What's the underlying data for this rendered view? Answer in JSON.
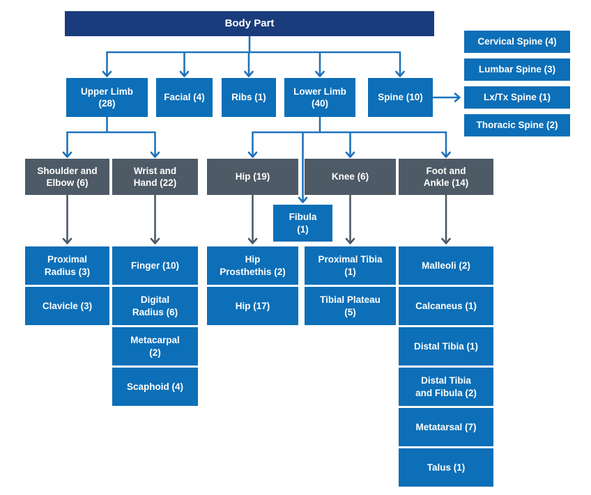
{
  "colors": {
    "root_navy": "#1a3c7d",
    "node_blue": "#0d6fb7",
    "node_slate": "#4e5a66",
    "connector_blue": "#1e73bb",
    "connector_slate": "#4e5a66",
    "text": "#ffffff",
    "background": "#ffffff"
  },
  "nodes": {
    "body_part": "Body Part",
    "upper_limb": "Upper Limb\n(28)",
    "facial": "Facial (4)",
    "ribs": "Ribs (1)",
    "lower_limb": "Lower Limb\n(40)",
    "spine": "Spine (10)",
    "cervical_spine": "Cervical Spine (4)",
    "lumbar_spine": "Lumbar Spine (3)",
    "lxtx_spine": "Lx/Tx Spine (1)",
    "thoracic_spine": "Thoracic Spine (2)",
    "shoulder_elbow": "Shoulder and\nElbow (6)",
    "wrist_hand": "Wrist and\nHand (22)",
    "hip_group": "Hip (19)",
    "knee": "Knee (6)",
    "foot_ankle": "Foot and\nAnkle (14)",
    "fibula": "Fibula\n(1)",
    "proximal_radius": "Proximal\nRadius (3)",
    "clavicle": "Clavicle (3)",
    "finger": "Finger (10)",
    "digital_radius": "Digital\nRadius (6)",
    "metacarpal": "Metacarpal\n(2)",
    "scaphoid": "Scaphoid (4)",
    "hip_prosthethis": "Hip\nProsthethis (2)",
    "hip": "Hip (17)",
    "proximal_tibia": "Proximal Tibia\n(1)",
    "tibial_plateau": "Tibial Plateau\n(5)",
    "malleoli": "Malleoli (2)",
    "calcaneus": "Calcaneus (1)",
    "distal_tibia": "Distal Tibia (1)",
    "distal_tibia_fibula": "Distal Tibia\nand Fibula (2)",
    "metatarsal": "Metatarsal (7)",
    "talus": "Talus (1)"
  },
  "edges": [
    [
      "body_part",
      "upper_limb"
    ],
    [
      "body_part",
      "facial"
    ],
    [
      "body_part",
      "ribs"
    ],
    [
      "body_part",
      "lower_limb"
    ],
    [
      "body_part",
      "spine"
    ],
    [
      "spine",
      "lxtx_spine"
    ],
    [
      "upper_limb",
      "shoulder_elbow"
    ],
    [
      "upper_limb",
      "wrist_hand"
    ],
    [
      "lower_limb",
      "hip_group"
    ],
    [
      "lower_limb",
      "knee"
    ],
    [
      "lower_limb",
      "foot_ankle"
    ],
    [
      "lower_limb",
      "fibula"
    ],
    [
      "shoulder_elbow",
      "proximal_radius"
    ],
    [
      "shoulder_elbow",
      "clavicle"
    ],
    [
      "wrist_hand",
      "finger"
    ],
    [
      "wrist_hand",
      "digital_radius"
    ],
    [
      "wrist_hand",
      "metacarpal"
    ],
    [
      "wrist_hand",
      "scaphoid"
    ],
    [
      "hip_group",
      "hip_prosthethis"
    ],
    [
      "hip_group",
      "hip"
    ],
    [
      "knee",
      "proximal_tibia"
    ],
    [
      "knee",
      "tibial_plateau"
    ],
    [
      "foot_ankle",
      "malleoli"
    ],
    [
      "foot_ankle",
      "calcaneus"
    ],
    [
      "foot_ankle",
      "distal_tibia"
    ],
    [
      "foot_ankle",
      "distal_tibia_fibula"
    ],
    [
      "foot_ankle",
      "metatarsal"
    ],
    [
      "foot_ankle",
      "talus"
    ]
  ],
  "spine_breakdown": [
    "Cervical Spine (4)",
    "Lumbar Spine (3)",
    "Lx/Tx Spine (1)",
    "Thoracic Spine (2)"
  ]
}
